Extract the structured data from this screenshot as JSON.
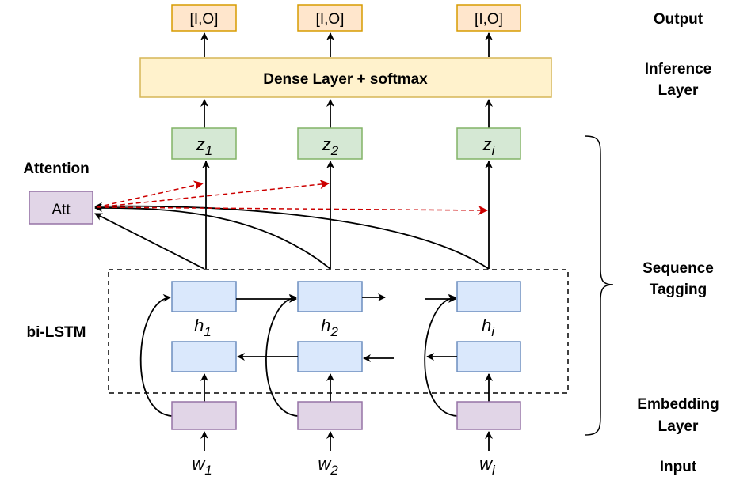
{
  "output_boxes": [
    "[I,O]",
    "[I,O]",
    "[I,O]"
  ],
  "dense_layer": "Dense Layer + softmax",
  "z_labels": [
    {
      "base": "z",
      "sub": "1"
    },
    {
      "base": "z",
      "sub": "2"
    },
    {
      "base": "z",
      "sub": "i"
    }
  ],
  "h_labels": [
    {
      "base": "h",
      "sub": "1"
    },
    {
      "base": "h",
      "sub": "2"
    },
    {
      "base": "h",
      "sub": "i"
    }
  ],
  "w_labels": [
    {
      "base": "w",
      "sub": "1"
    },
    {
      "base": "w",
      "sub": "2"
    },
    {
      "base": "w",
      "sub": "i"
    }
  ],
  "attention": {
    "title": "Attention",
    "box": "Att"
  },
  "bilstm_label": "bi-LSTM",
  "right_labels": {
    "output": "Output",
    "inference_line1": "Inference",
    "inference_line2": "Layer",
    "sequence_line1": "Sequence",
    "sequence_line2": "Tagging",
    "embedding_line1": "Embedding",
    "embedding_line2": "Layer",
    "input": "Input"
  },
  "colors": {
    "output_fill": "#ffe6cc",
    "output_stroke": "#d79b00",
    "dense_fill": "#fff2cc",
    "dense_stroke": "#d6b656",
    "z_fill": "#d5e8d4",
    "z_stroke": "#82b366",
    "lstm_fill": "#dae8fc",
    "lstm_stroke": "#6c8ebf",
    "embed_fill": "#e1d5e7",
    "embed_stroke": "#9673a6",
    "attention_arrow": "#cc0000"
  }
}
